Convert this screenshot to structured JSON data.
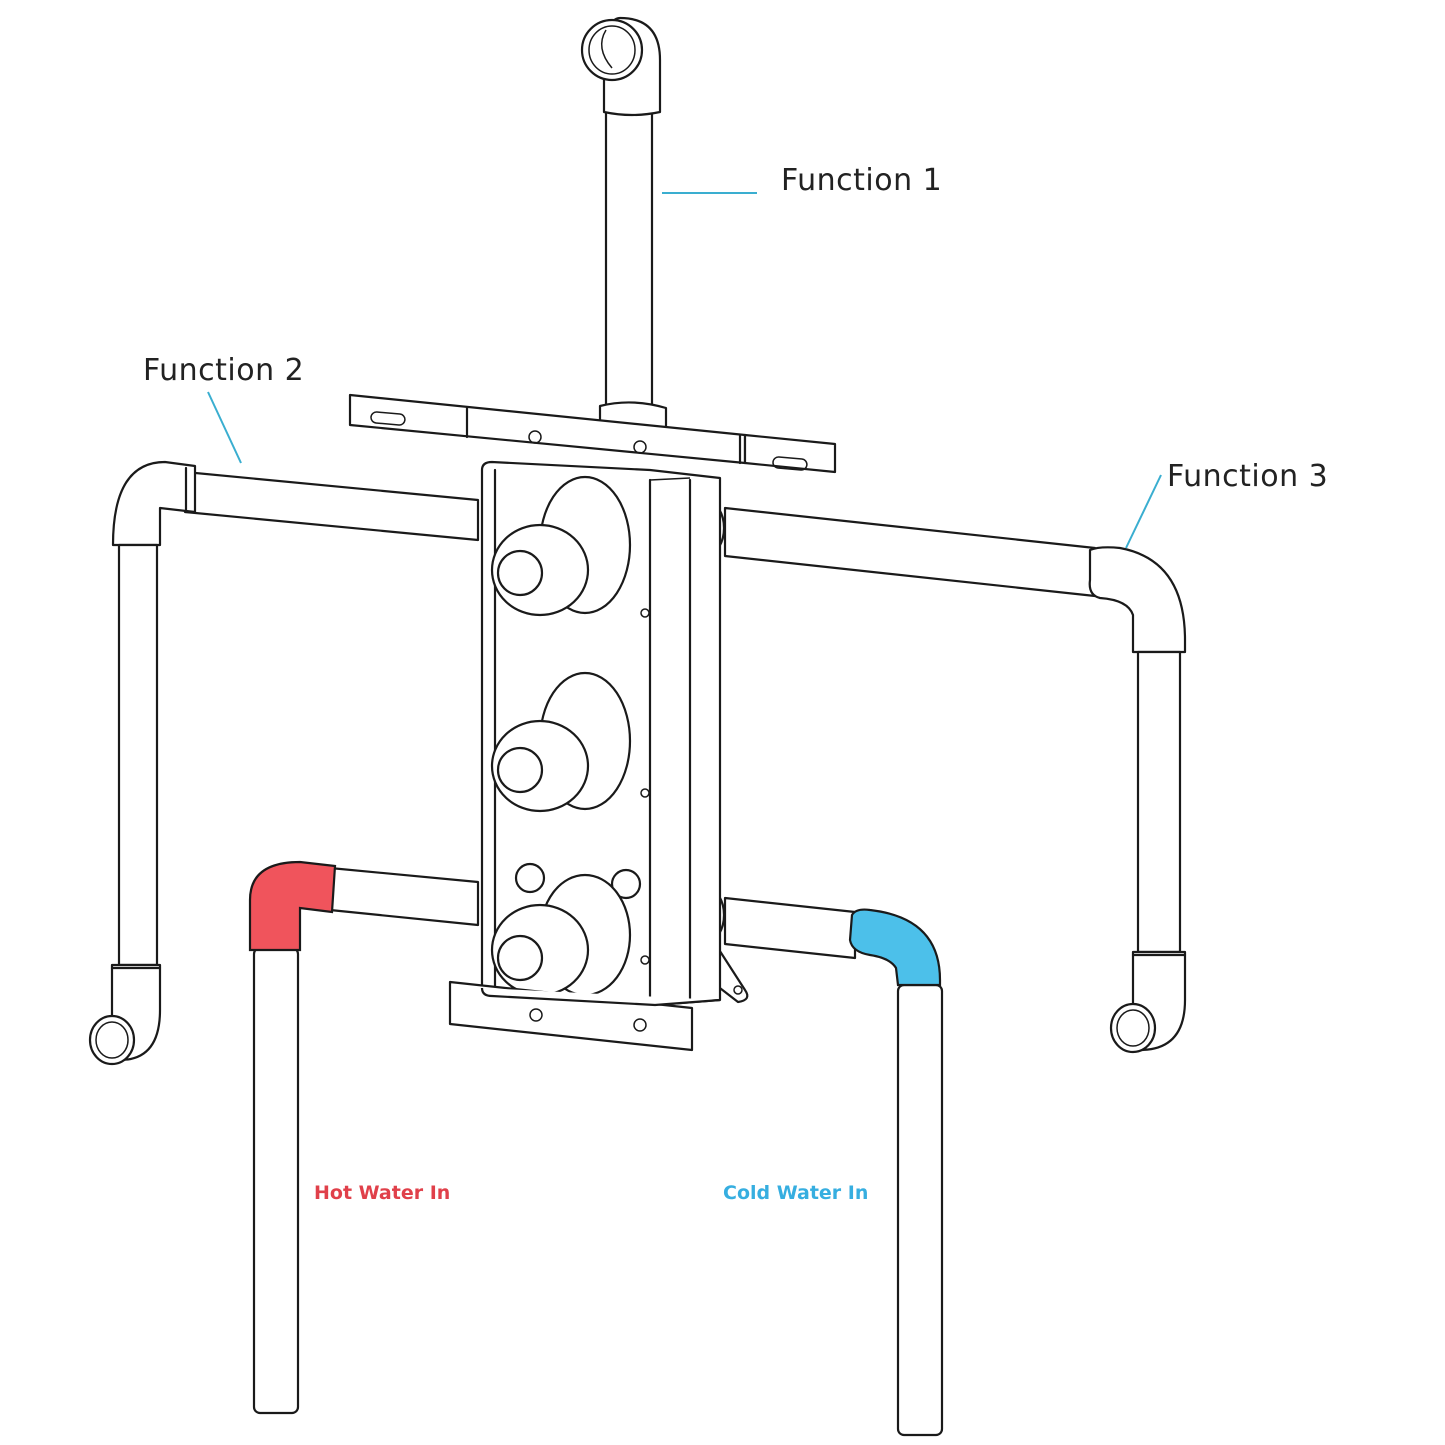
{
  "diagram": {
    "title": "Thermostatic valve rough-in plumbing diagram",
    "labels": {
      "function_1": "Function 1",
      "function_2": "Function 2",
      "function_3": "Function 3",
      "hot_water_in": "Hot Water In",
      "cold_water_in": "Cold Water In"
    },
    "colors": {
      "hot": "#f0545c",
      "cold": "#4cc0ea",
      "leader": "#3aaed0",
      "hot_text": "#e0404a",
      "cold_text": "#36aee0",
      "line": "#1a1a1a"
    },
    "components": {
      "valve_cartridges": 3,
      "outlets": [
        "Function 1",
        "Function 2",
        "Function 3"
      ],
      "inlets": [
        "Hot Water In",
        "Cold Water In"
      ]
    }
  }
}
